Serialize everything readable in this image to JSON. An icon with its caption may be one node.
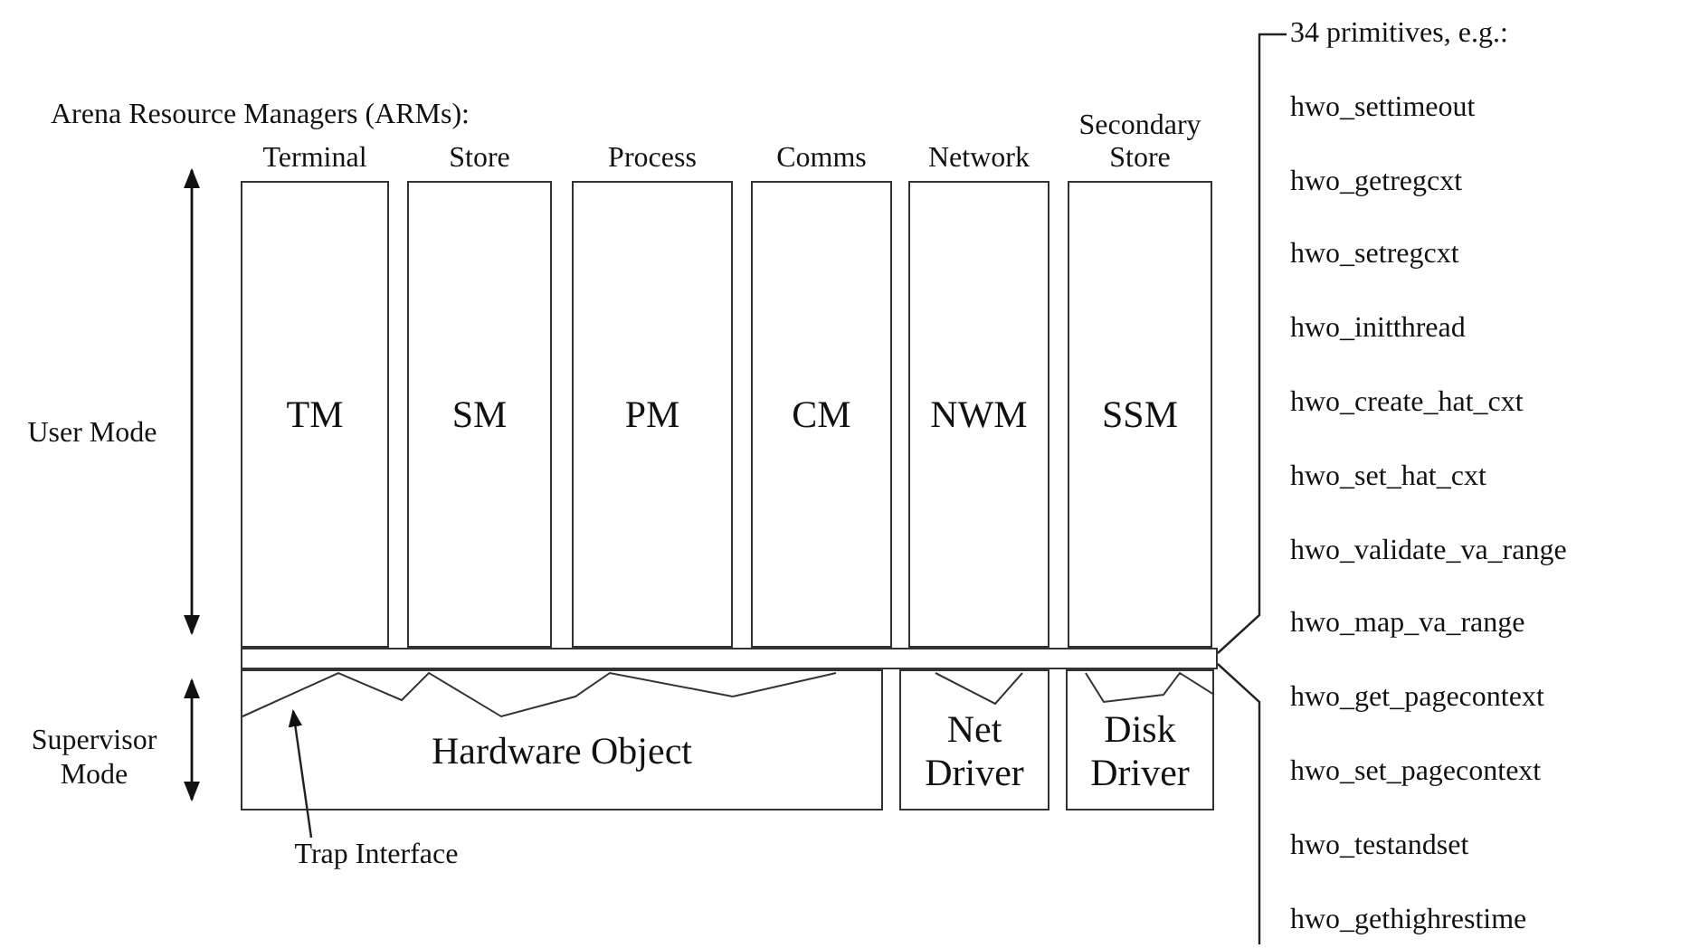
{
  "diagram": {
    "nodes": [
      {
        "text": [
          "Terminal",
          "TM"
        ]
      },
      {
        "text": [
          "Store",
          "SM"
        ]
      },
      {
        "text": [
          "Process",
          "PM"
        ]
      },
      {
        "text": [
          "Comms",
          "CM"
        ]
      },
      {
        "text": [
          "Network",
          "NWM"
        ]
      },
      {
        "text": [
          "Secondary Store",
          "SSM"
        ]
      },
      {
        "text": [],
        "shape": "bar"
      },
      {
        "text": [
          "Hardware Object"
        ]
      },
      {
        "text": [
          "Net Driver"
        ]
      },
      {
        "text": [
          "Disk Driver"
        ]
      },
      {
        "text": [
          "Trap Interface"
        ]
      },
      {
        "text": [
          "34 primitives, e.g.:",
          "hwo_settimeout",
          "hwo_getregcxt",
          "hwo_setregcxt",
          "hwo_initthread",
          "hwo_create_hat_cxt",
          "hwo_set_hat_cxt",
          "hwo_validate_va_range",
          "hwo_map_va_range",
          "hwo_get_pagecontext",
          "hwo_set_pagecontext",
          "hwo_testandset",
          "hwo_gethighrestime"
        ]
      }
    ],
    "edges": [
      {
        "from": 10,
        "to": 7,
        "arrow": "to"
      },
      {
        "from": 11,
        "to": 6,
        "arrow": "none"
      }
    ],
    "labels": [
      "Arena Resource Managers (ARMs):",
      "User Mode",
      "Supervisor Mode"
    ]
  }
}
